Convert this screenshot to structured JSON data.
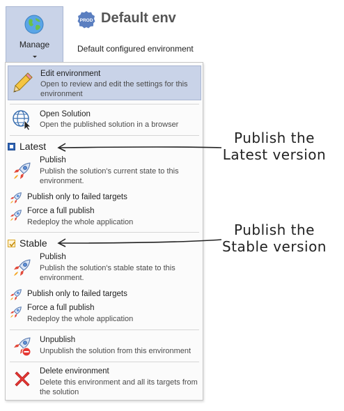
{
  "ribbon": {
    "manage_label": "Manage",
    "env_badge": "PROD",
    "env_title": "Default env",
    "env_description": "Default configured environment"
  },
  "menu": {
    "edit": {
      "title": "Edit environment",
      "description": "Open to review and edit the settings for this environment"
    },
    "open_solution": {
      "title": "Open Solution",
      "description": "Open the published solution in a browser"
    },
    "latest": {
      "header": "Latest",
      "publish": {
        "title": "Publish",
        "description": "Publish the solution's current state to this environment."
      },
      "publish_failed": {
        "title": "Publish only to failed targets"
      },
      "force": {
        "title": "Force a full publish",
        "description": "Redeploy the whole application"
      }
    },
    "stable": {
      "header": "Stable",
      "publish": {
        "title": "Publish",
        "description": "Publish the solution's stable state to this environment."
      },
      "publish_failed": {
        "title": "Publish only to failed targets"
      },
      "force": {
        "title": "Force a full publish",
        "description": "Redeploy the whole application"
      }
    },
    "unpublish": {
      "title": "Unpublish",
      "description": "Unpublish the solution from this environment"
    },
    "delete": {
      "title": "Delete environment",
      "description": "Delete this environment and all its targets from the solution"
    }
  },
  "annotations": {
    "latest_line1": "Publish the",
    "latest_line2": "Latest version",
    "stable_line1": "Publish the",
    "stable_line2": "Stable version"
  },
  "colors": {
    "highlight_bg": "#c9d3e8",
    "highlight_border": "#a9b6d2",
    "latest_marker": "#2f64b5",
    "stable_marker": "#d9a21b",
    "delete_icon": "#e53935"
  },
  "icons": {
    "manage": "globe-icon",
    "env": "prod-badge-icon",
    "edit": "pencil-icon",
    "open_solution": "globe-cursor-icon",
    "publish": "rocket-icon",
    "unpublish": "rocket-minus-icon",
    "delete": "red-x-icon"
  }
}
